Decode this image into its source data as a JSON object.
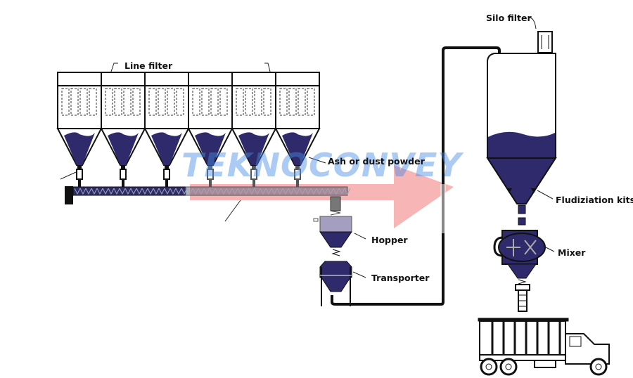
{
  "labels": {
    "silo_filter": "Silo filter",
    "line_filter": "Line filter",
    "ash_powder": "Ash or dust powder",
    "fluidization": "Fludiziation kits",
    "hopper": "Hopper",
    "mixer": "Mixer",
    "transporter": "Transporter"
  },
  "watermark": "TEKNOCONVEY",
  "colors": {
    "powder": "#2e2a6b",
    "line": "#111111",
    "watermark": "#468ce6",
    "arrow": "#f06060"
  },
  "filter_count": 6
}
